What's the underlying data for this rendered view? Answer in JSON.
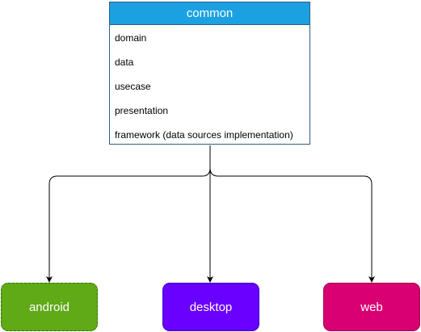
{
  "common": {
    "title": "common",
    "items": [
      "domain",
      "data",
      "usecase",
      "presentation",
      "framework (data sources implementation)"
    ]
  },
  "platforms": {
    "android": "android",
    "desktop": "desktop",
    "web": "web"
  },
  "colors": {
    "header": "#1ba1e2",
    "android": "#60a917",
    "desktop": "#6a00ff",
    "web": "#d80073",
    "connector": "#000000"
  }
}
